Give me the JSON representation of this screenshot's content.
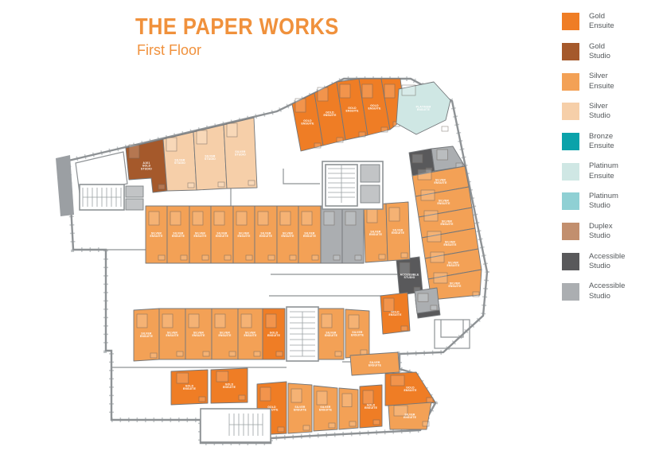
{
  "title": {
    "main": "THE PAPER WORKS",
    "sub": "First Floor"
  },
  "colors": {
    "title": "#F0913C",
    "wall": "#8E9295",
    "legend_text": "#54585B",
    "background": "#FFFFFF"
  },
  "legend": {
    "items": [
      {
        "id": "gold-ensuite",
        "label": "Gold\nEnsuite",
        "color": "#EF7D25"
      },
      {
        "id": "gold-studio",
        "label": "Gold\nStudio",
        "color": "#A5592B"
      },
      {
        "id": "silver-ensuite",
        "label": "Silver\nEnsuite",
        "color": "#F3A156"
      },
      {
        "id": "silver-studio",
        "label": "Silver\nStudio",
        "color": "#F6CFA9"
      },
      {
        "id": "bronze-ensuite",
        "label": "Bronze\nEnsuite",
        "color": "#0AA2AA"
      },
      {
        "id": "platinum-ensuite",
        "label": "Platinum\nEnsuite",
        "color": "#CFE7E4"
      },
      {
        "id": "platinum-studio",
        "label": "Platinum\nStudio",
        "color": "#8FD0D4"
      },
      {
        "id": "duplex-studio",
        "label": "Duplex\nStudio",
        "color": "#C28F6E"
      },
      {
        "id": "accessible-studio-dark",
        "label": "Accessible\nStudio",
        "color": "#59595B"
      },
      {
        "id": "accessible-studio-light",
        "label": "Accessible\nStudio",
        "color": "#ABAEB1"
      }
    ]
  },
  "floorplan": {
    "rooms": [
      {
        "t": "gold-studio",
        "p": "158,186 205,175 210,240 192,242 190,224 162,226",
        "l": "A101\nGOLD\nSTUDIO"
      },
      {
        "t": "silver-studio",
        "p": "205,175 243,166 247,239 210,240",
        "l": "SILVER\nSTUDIO"
      },
      {
        "t": "silver-studio",
        "p": "243,166 281,157 285,237 247,239",
        "l": "SILVER\nSTUDIO"
      },
      {
        "t": "silver-studio",
        "p": "281,157 319,148 323,236 285,237",
        "l": "SILVER\nSTUDIO"
      },
      {
        "t": "gold-ensuite",
        "p": "367,131 395,117 406,183 378,190",
        "l": "GOLD\nENSUITE"
      },
      {
        "t": "gold-ensuite",
        "p": "395,117 423,103 434,176 406,183",
        "l": "GOLD\nENSUITE"
      },
      {
        "t": "gold-ensuite",
        "p": "423,103 451,99 462,170 434,176",
        "l": "GOLD\nENSUITE"
      },
      {
        "t": "gold-ensuite",
        "p": "451,99 479,99 490,163 462,170",
        "l": "GOLD\nENSUITE"
      },
      {
        "t": "gold-ensuite",
        "p": "479,99 503,99 505,116 499,156 490,163"
      },
      {
        "t": "platinum-ensuite",
        "p": "501,112 545,103 566,126 560,151 523,169 498,155",
        "l": "PLATINUM\nENSUITE"
      },
      {
        "t": "accessible-studio-dark",
        "p": "514,192 542,187 546,215 518,221"
      },
      {
        "t": "accessible-studio-light",
        "p": "542,187 569,184 584,209 546,215"
      },
      {
        "t": "silver-ensuite",
        "p": "518,221 584,209 589,235 522,247",
        "l": "SILVER\nENSUITE"
      },
      {
        "t": "silver-ensuite",
        "p": "522,247 589,235 593,261 526,273",
        "l": "SILVER\nENSUITE"
      },
      {
        "t": "silver-ensuite",
        "p": "526,273 593,261 597,287 530,299",
        "l": "SILVER\nENSUITE"
      },
      {
        "t": "silver-ensuite",
        "p": "530,299 597,287 601,313 534,325",
        "l": "SILVER\nENSUITE"
      },
      {
        "t": "silver-ensuite",
        "p": "534,325 601,313 605,339 538,351",
        "l": "SILVER\nENSUITE"
      },
      {
        "t": "silver-ensuite",
        "p": "538,351 605,339 603,371 542,377",
        "l": "SILVER\nENSUITE"
      },
      {
        "t": "accessible-studio-dark",
        "p": "522,377 550,373 553,396 525,400"
      },
      {
        "t": "accessible-studio-dark",
        "p": "498,327 527,323 531,367 502,371",
        "l": "ACCESSIBLE\nSTUDIO"
      },
      {
        "t": "accessible-studio-light",
        "p": "521,366 549,362 552,390 524,394"
      },
      {
        "t": "gold-ensuite",
        "p": "478,372 512,368 515,416 481,420",
        "l": "GOLD\nENSUITE"
      },
      {
        "t": "silver-ensuite",
        "p": "183,259 210,259 210,331 183,331",
        "l": "SILVER\nENSUITE"
      },
      {
        "t": "silver-ensuite",
        "p": "210,259 238,259 238,331 210,331",
        "l": "SILVER\nENSUITE"
      },
      {
        "t": "silver-ensuite",
        "p": "238,259 265,259 265,331 238,331",
        "l": "SILVER\nENSUITE"
      },
      {
        "t": "silver-ensuite",
        "p": "265,259 293,259 293,331 265,331",
        "l": "SILVER\nENSUITE"
      },
      {
        "t": "silver-ensuite",
        "p": "293,259 320,259 320,331 293,331",
        "l": "SILVER\nENSUITE"
      },
      {
        "t": "silver-ensuite",
        "p": "320,259 348,259 348,331 320,331",
        "l": "SILVER\nENSUITE"
      },
      {
        "t": "silver-ensuite",
        "p": "348,259 375,259 375,331 348,331",
        "l": "SILVER\nENSUITE"
      },
      {
        "t": "silver-ensuite",
        "p": "375,259 403,259 403,331 375,331",
        "l": "SILVER\nENSUITE"
      },
      {
        "t": "accessible-studio-light",
        "p": "403,259 430,259 430,331 403,331"
      },
      {
        "t": "accessible-studio-light",
        "p": "430,259 457,259 457,331 430,331"
      },
      {
        "t": "silver-ensuite",
        "p": "457,258 485,256 487,328 459,330",
        "l": "SILVER\nENSUITE"
      },
      {
        "t": "silver-ensuite",
        "p": "485,256 513,254 515,326 487,328",
        "l": "SILVER\nENSUITE"
      },
      {
        "t": "silver-ensuite",
        "p": "168,390 200,388 200,452 168,454",
        "l": "SILVER\nENSUITE"
      },
      {
        "t": "silver-ensuite",
        "p": "200,388 233,388 233,452 200,452",
        "l": "SILVER\nENSUITE"
      },
      {
        "t": "silver-ensuite",
        "p": "233,388 266,388 266,452 233,452",
        "l": "SILVER\nENSUITE"
      },
      {
        "t": "silver-ensuite",
        "p": "266,388 299,388 299,452 266,452",
        "l": "SILVER\nENSUITE"
      },
      {
        "t": "silver-ensuite",
        "p": "299,388 330,388 330,452 299,452",
        "l": "SILVER\nENSUITE"
      },
      {
        "t": "gold-ensuite",
        "p": "330,388 358,388 358,452 330,452",
        "l": "GOLD\nENSUITE"
      },
      {
        "t": "silver-ensuite",
        "p": "400,388 432,388 432,452 400,452",
        "l": "SILVER\nENSUITE"
      },
      {
        "t": "silver-ensuite",
        "p": "434,389 464,391 464,448 434,450",
        "l": "SILVER\nENSUITE"
      },
      {
        "t": "silver-ensuite",
        "p": "440,447 500,443 502,468 442,472",
        "l": "SILVER\nENSUITE"
      },
      {
        "t": "gold-ensuite",
        "p": "215,467 261,465 261,507 215,509",
        "l": "GOLD\nENSUITE"
      },
      {
        "t": "gold-ensuite",
        "p": "265,465 311,463 311,506 265,507",
        "l": "GOLD\nENSUITE"
      },
      {
        "t": "gold-ensuite",
        "p": "323,483 360,480 360,545 323,547",
        "l": "GOLD\nENSUITE"
      },
      {
        "t": "silver-ensuite",
        "p": "362,482 392,484 392,543 362,545",
        "l": "SILVER\nENSUITE"
      },
      {
        "t": "silver-ensuite",
        "p": "394,485 424,488 424,540 394,542",
        "l": "SILVER\nENSUITE"
      },
      {
        "t": "silver-ensuite",
        "p": "426,488 450,490 450,538 426,540"
      },
      {
        "t": "gold-ensuite",
        "p": "452,486 480,484 480,536 452,538",
        "l": "GOLD\nENSUITE"
      },
      {
        "t": "gold-ensuite",
        "p": "484,470 523,468 547,506 520,510 484,510",
        "l": "GOLD\nENSUITE"
      },
      {
        "t": "silver-ensuite",
        "p": "488,510 542,506 536,540 490,540",
        "l": "SILVER\nENSUITE"
      }
    ]
  }
}
